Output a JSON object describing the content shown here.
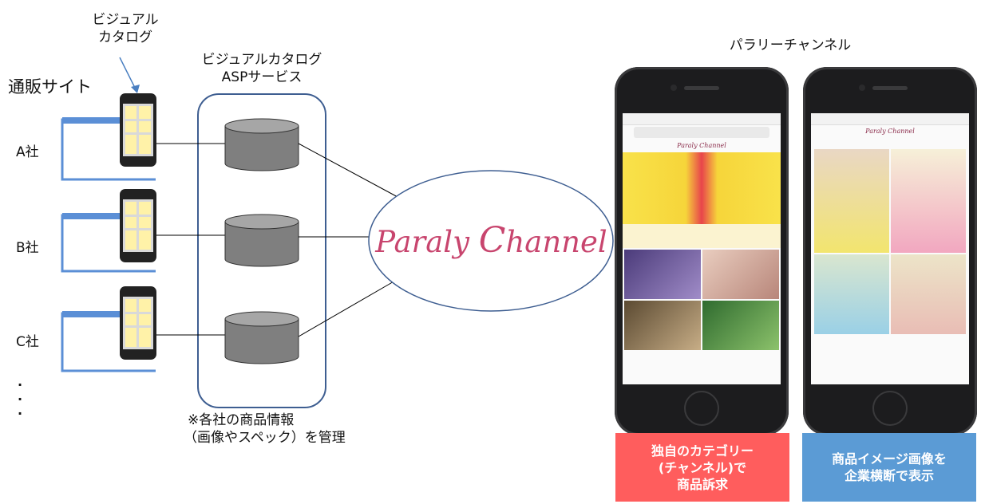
{
  "labels": {
    "visual_catalog": [
      "ビジュアル",
      "カタログ"
    ],
    "asp_service": [
      "ビジュアルカタログ",
      "ASPサービス"
    ],
    "ec_sites": "通販サイト",
    "company_a": "A社",
    "company_b": "B社",
    "company_c": "C社",
    "dots": [
      ".",
      ".",
      "."
    ],
    "note": [
      "※各社の商品情報",
      "（画像やスペック）を管理"
    ],
    "paraly_channel_jp": "パラリーチャンネル",
    "logo_text_1": "Paraly ",
    "logo_text_2": "C",
    "logo_text_3": "hannel",
    "screen_logo": "Paraly Channel"
  },
  "badges": {
    "left": [
      "独自のカテゴリー",
      "(チャンネル)で",
      "商品訴求"
    ],
    "right": [
      "商品イメージ画像を",
      "企業横断で表示"
    ]
  },
  "colors": {
    "blue_outline": "#3e5e91",
    "window_blue": "#5b8fd6",
    "db_gray": "#7f7f7f",
    "badge_red": "#ff5d5d",
    "badge_blue": "#5b9bd5",
    "logo_pink": "#c8456e"
  }
}
